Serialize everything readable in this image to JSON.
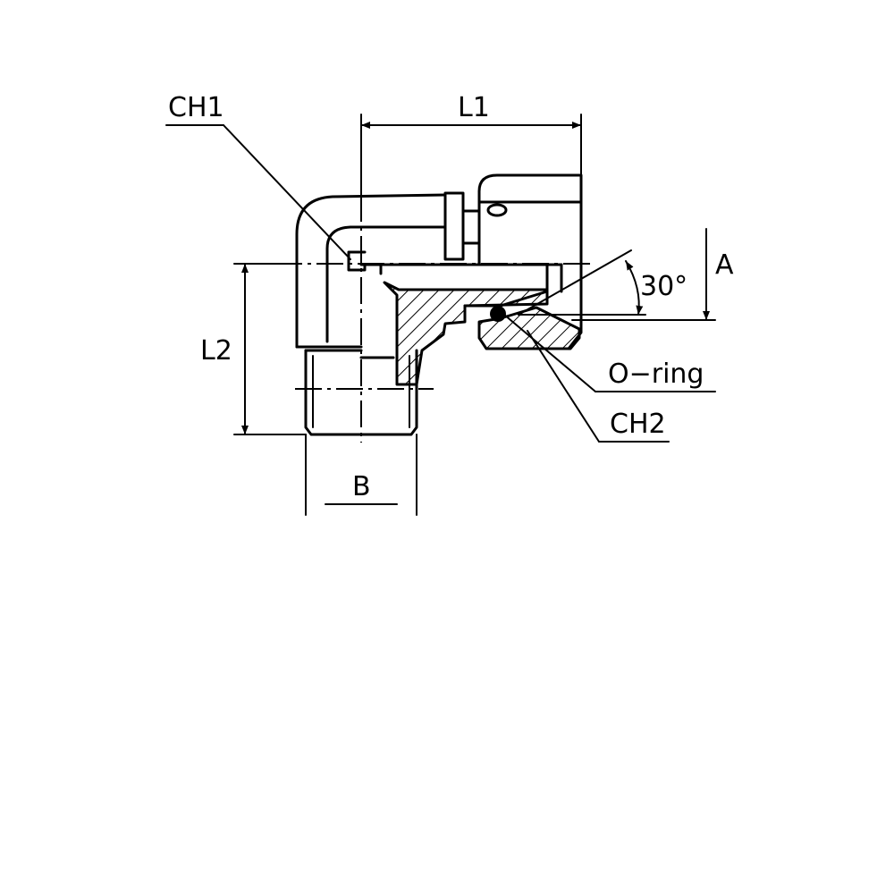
{
  "labels": {
    "ch1": "CH1",
    "ch2": "CH2",
    "l1": "L1",
    "l2": "L2",
    "a": "A",
    "b": "B",
    "angle": "30°",
    "oring": "O−ring"
  },
  "colors": {
    "line": "#000000",
    "background": "#ffffff"
  }
}
